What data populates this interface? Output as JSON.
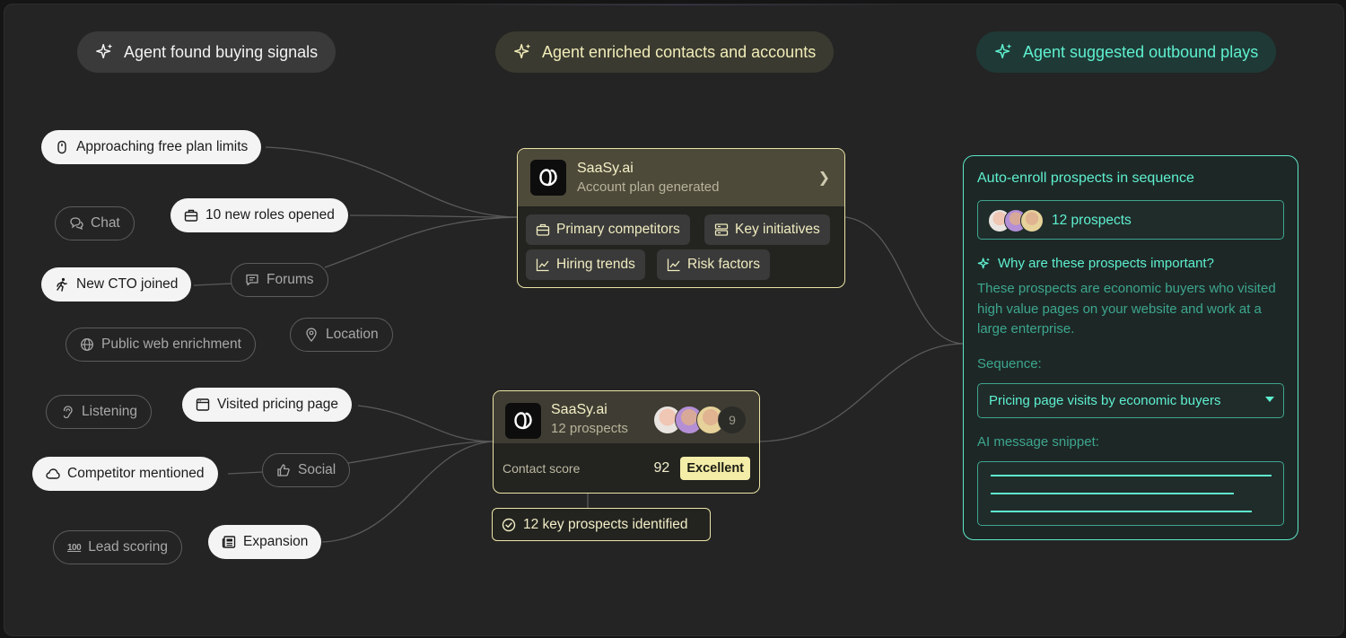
{
  "headers": {
    "found": "Agent found buying signals",
    "enriched": "Agent enriched contacts and accounts",
    "suggested": "Agent suggested outbound plays"
  },
  "signals": {
    "approaching_limits": "Approaching free plan limits",
    "chat": "Chat",
    "new_roles": "10 new roles opened",
    "new_cto": "New CTO joined",
    "forums": "Forums",
    "public_web": "Public web enrichment",
    "location": "Location",
    "listening": "Listening",
    "visited_pricing": "Visited pricing page",
    "competitor": "Competitor mentioned",
    "social": "Social",
    "lead_scoring": "Lead scoring",
    "expansion": "Expansion"
  },
  "account_card": {
    "name": "SaaSy.ai",
    "subtitle": "Account plan generated",
    "chips": [
      "Primary competitors",
      "Key initiatives",
      "Hiring trends",
      "Risk factors"
    ]
  },
  "contacts_card": {
    "name": "SaaSy.ai",
    "subtitle": "12 prospects",
    "avatar_more": "9",
    "score_label": "Contact score",
    "score_value": "92",
    "score_badge": "Excellent"
  },
  "identified": "12 key prospects identified",
  "play": {
    "title": "Auto-enroll prospects in sequence",
    "prospects": "12 prospects",
    "why_title": "Why are these prospects important?",
    "why_text": "These prospects are economic buyers who visited high value pages on your website and work at a large enterprise.",
    "sequence_label": "Sequence:",
    "sequence_value": "Pricing page visits by economic buyers",
    "snippet_label": "AI message snippet:"
  },
  "colors": {
    "background": "#242424",
    "yellow_accent": "#ece5a6",
    "teal_accent": "#5ee6c8"
  }
}
